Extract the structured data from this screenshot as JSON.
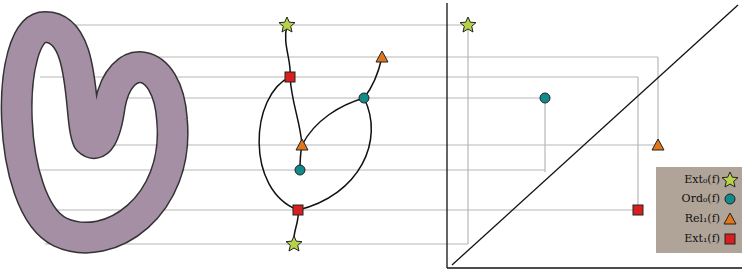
{
  "diagram": {
    "legend": [
      {
        "text": "Ext₀(f)"
      },
      {
        "text": "Ord₀(f)"
      },
      {
        "text": "Rel₁(f)"
      },
      {
        "text": "Ext₁(f)"
      }
    ]
  }
}
